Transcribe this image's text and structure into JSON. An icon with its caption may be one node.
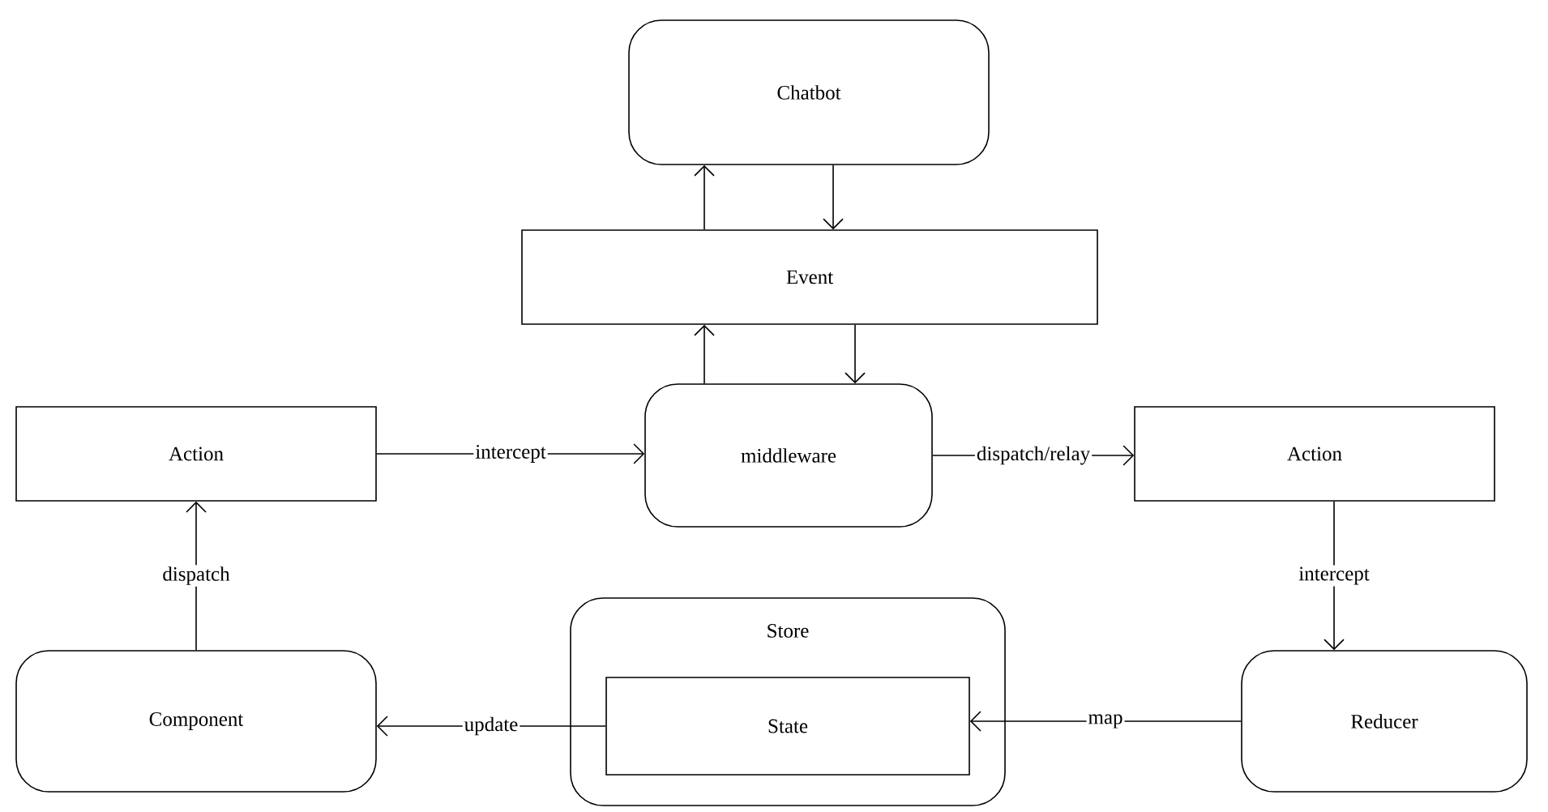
{
  "diagram": {
    "nodes": [
      {
        "text": [
          "Chatbot"
        ]
      },
      {
        "text": [
          "Event"
        ]
      },
      {
        "text": [
          "middleware"
        ]
      },
      {
        "text": [
          "Action"
        ]
      },
      {
        "text": [
          "Action"
        ]
      },
      {
        "text": [
          "Component"
        ]
      },
      {
        "text": [
          "Store"
        ]
      },
      {
        "text": [
          "State"
        ],
        "in": 6
      },
      {
        "text": [
          "Reducer"
        ]
      }
    ],
    "edges": [
      {
        "from": 1,
        "to": 0,
        "arrow": "to"
      },
      {
        "from": 0,
        "to": 1,
        "arrow": "to"
      },
      {
        "from": 2,
        "to": 1,
        "arrow": "to"
      },
      {
        "from": 1,
        "to": 2,
        "arrow": "to"
      },
      {
        "from": 3,
        "to": 2,
        "label": "intercept",
        "arrow": "to"
      },
      {
        "from": 2,
        "to": 4,
        "label": "dispatch/relay",
        "arrow": "to"
      },
      {
        "from": 4,
        "to": 8,
        "label": "intercept",
        "arrow": "to"
      },
      {
        "from": 8,
        "to": 7,
        "label": "map",
        "arrow": "to"
      },
      {
        "from": 7,
        "to": 5,
        "label": "update",
        "arrow": "to"
      },
      {
        "from": 5,
        "to": 3,
        "label": "dispatch",
        "arrow": "to"
      }
    ]
  }
}
